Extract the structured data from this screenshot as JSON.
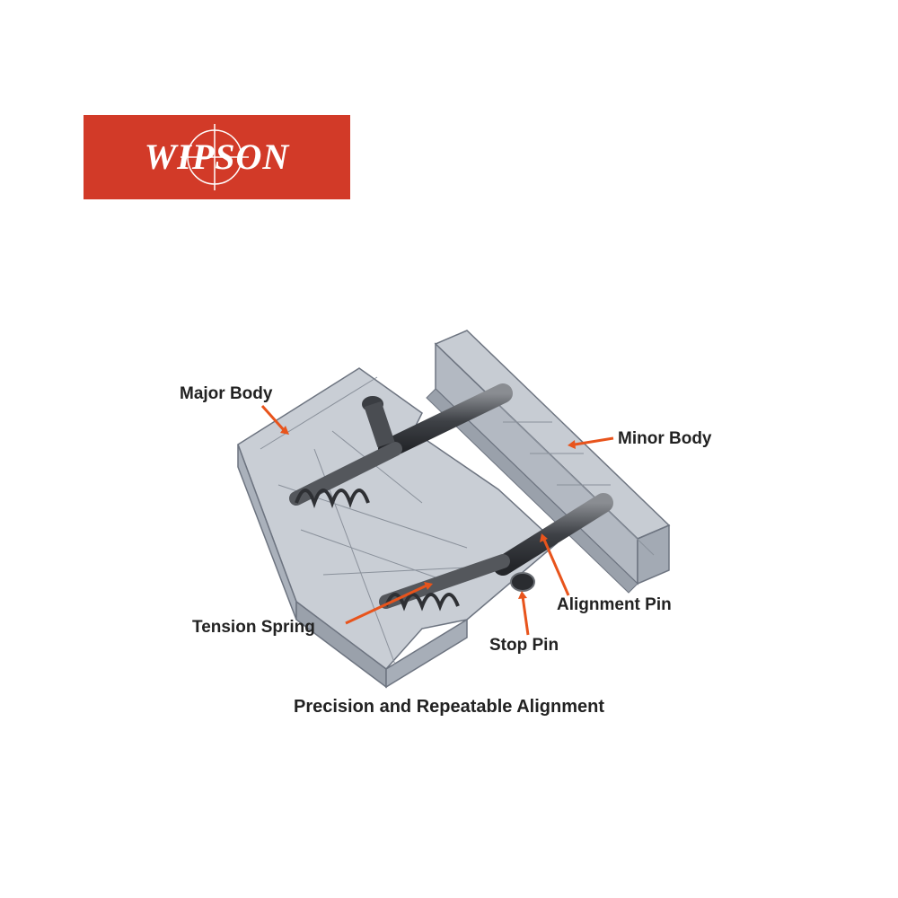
{
  "brand": {
    "logo_text": "WIPSON",
    "logo_color": "#d23a28",
    "logo_icon": "crosshair-reticle-icon"
  },
  "diagram": {
    "callout_color": "#e8541c",
    "labels": {
      "major_body": "Major Body",
      "minor_body": "Minor Body",
      "alignment_pin": "Alignment Pin",
      "tension_spring": "Tension Spring",
      "stop_pin": "Stop Pin"
    },
    "caption": "Precision and Repeatable Alignment"
  }
}
